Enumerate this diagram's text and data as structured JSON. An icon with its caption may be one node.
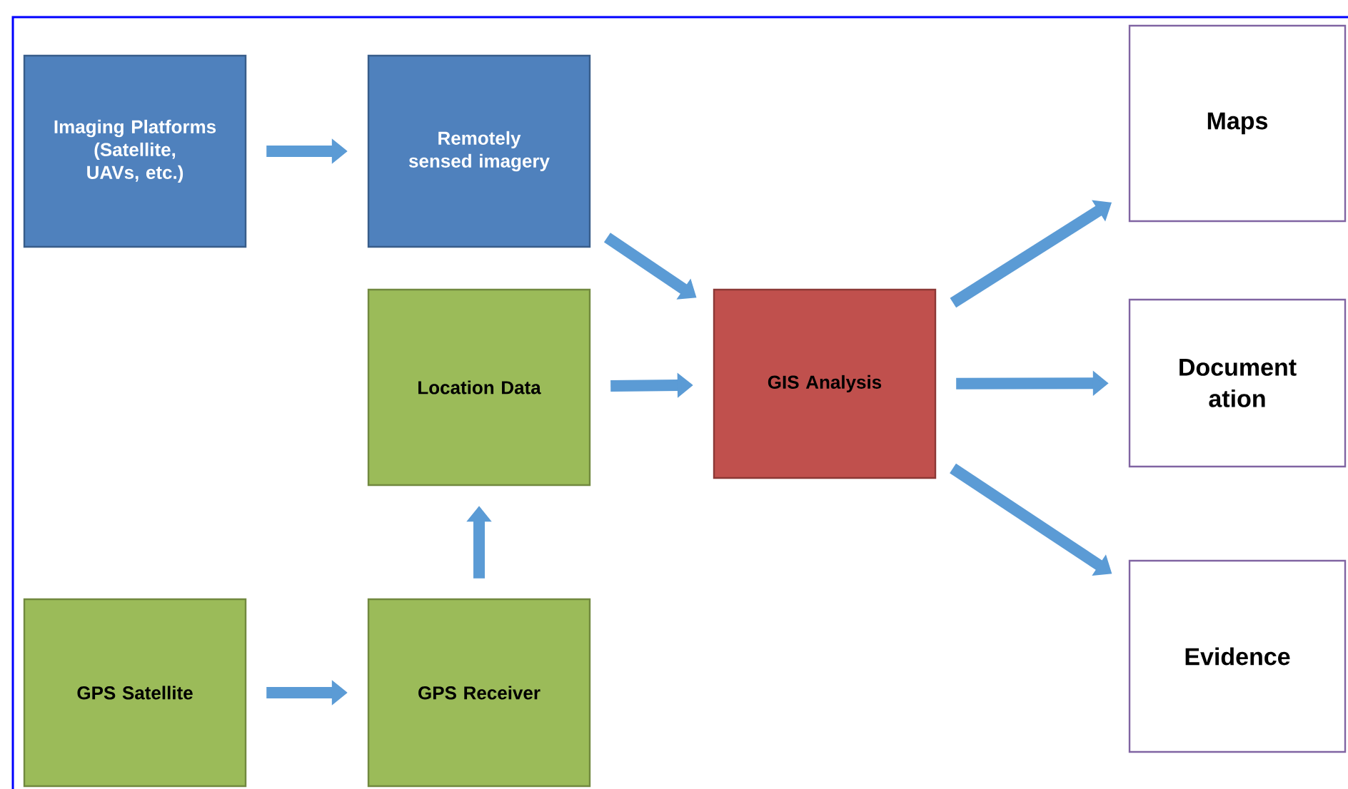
{
  "diagram": {
    "nodes": [
      {
        "text": [
          "Imaging Platforms (Satellite, UAVs, etc.)"
        ]
      },
      {
        "text": [
          "Remotely sensed imagery"
        ]
      },
      {
        "text": [
          "Location Data"
        ]
      },
      {
        "text": [
          "GIS Analysis"
        ]
      },
      {
        "text": [
          "Maps"
        ]
      },
      {
        "text": [
          "Document ation"
        ]
      },
      {
        "text": [
          "Evidence"
        ]
      },
      {
        "text": [
          "GPS Satellite"
        ]
      },
      {
        "text": [
          "GPS Receiver"
        ]
      }
    ],
    "edges": [
      {
        "from": 0,
        "to": 1,
        "arrow": "to"
      },
      {
        "from": 1,
        "to": 3,
        "arrow": "to"
      },
      {
        "from": 2,
        "to": 3,
        "arrow": "to"
      },
      {
        "from": 3,
        "to": 4,
        "arrow": "to"
      },
      {
        "from": 3,
        "to": 5,
        "arrow": "to"
      },
      {
        "from": 3,
        "to": 6,
        "arrow": "to"
      },
      {
        "from": 7,
        "to": 8,
        "arrow": "to"
      },
      {
        "from": 8,
        "to": 2,
        "arrow": "to"
      }
    ]
  }
}
